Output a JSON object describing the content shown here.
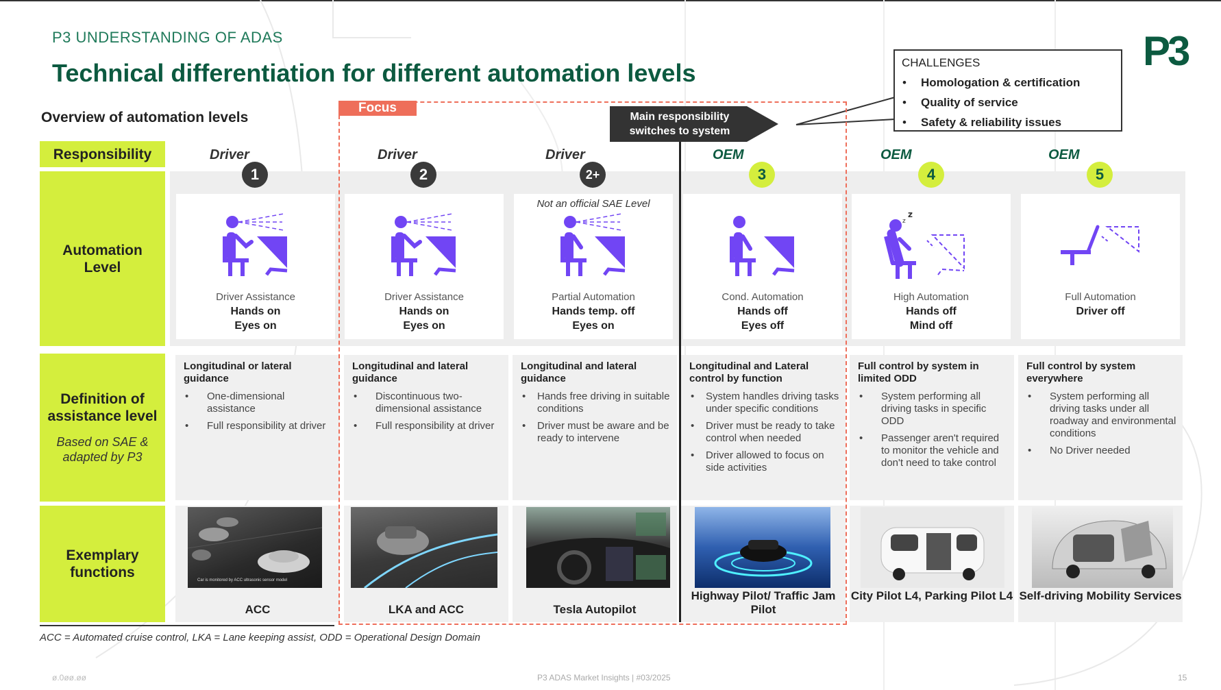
{
  "header": {
    "section_label": "P3 UNDERSTANDING OF ADAS",
    "title": "Technical differentiation for different automation levels",
    "logo_text": "P3"
  },
  "challenges": {
    "title": "CHALLENGES",
    "items": [
      "Homologation & certification",
      "Quality of service",
      "Safety & reliability issues"
    ]
  },
  "overview_label": "Overview of automation levels",
  "focus_label": "Focus",
  "callout": {
    "line1": "Main responsibility",
    "line2": "switches to system"
  },
  "row_labels": {
    "responsibility": "Responsibility",
    "automation_level": "Automation Level",
    "definition": "Definition of assistance level",
    "definition_sub": "Based on SAE & adapted by P3",
    "exemplary": "Exemplary functions"
  },
  "levels": [
    {
      "responsibility": "Driver",
      "badge": "1",
      "note": "",
      "title": "Driver Assistance",
      "line1": "Hands on",
      "line2": "Eyes on",
      "def_title": "Longitudinal or lateral guidance",
      "def_items": [
        "One-dimensional assistance",
        "Full responsibility at driver"
      ],
      "example": "ACC",
      "example_caption": "Car is monitored by ACC ultrasonic sensor model"
    },
    {
      "responsibility": "Driver",
      "badge": "2",
      "note": "",
      "title": "Driver Assistance",
      "line1": "Hands on",
      "line2": "Eyes on",
      "def_title": "Longitudinal and lateral guidance",
      "def_items": [
        "Discontinuous two-dimensional assistance",
        "Full responsibility at driver"
      ],
      "example": "LKA and ACC",
      "example_caption": ""
    },
    {
      "responsibility": "Driver",
      "badge": "2+",
      "note": "Not an official SAE Level",
      "title": "Partial Automation",
      "line1": "Hands temp. off",
      "line2": "Eyes on",
      "def_title": "Longitudinal and lateral guidance",
      "def_items": [
        "Hands free driving in suitable conditions",
        "Driver must be aware and be ready to intervene"
      ],
      "example": "Tesla Autopilot",
      "example_caption": ""
    },
    {
      "responsibility": "OEM",
      "badge": "3",
      "note": "",
      "title": "Cond. Automation",
      "line1": "Hands off",
      "line2": "Eyes off",
      "def_title": "Longitudinal and Lateral control by function",
      "def_items": [
        "System handles driving tasks under specific conditions",
        "Driver must be ready to take control when needed",
        "Driver allowed to focus on side activities"
      ],
      "example": "Highway Pilot/ Traffic Jam Pilot",
      "example_caption": ""
    },
    {
      "responsibility": "OEM",
      "badge": "4",
      "note": "",
      "title": "High Automation",
      "line1": "Hands off",
      "line2": "Mind off",
      "def_title": "Full control by system in limited ODD",
      "def_items": [
        "System performing all driving tasks in specific ODD",
        "Passenger aren't required to monitor the vehicle and don't need to take control"
      ],
      "example": "City Pilot L4, Parking Pilot L4",
      "example_caption": ""
    },
    {
      "responsibility": "OEM",
      "badge": "5",
      "note": "",
      "title": "Full Automation",
      "line1": "Driver off",
      "line2": "",
      "def_title": "Full control by system everywhere",
      "def_items": [
        "System performing all driving tasks under all roadway and environmental conditions",
        "No Driver needed"
      ],
      "example": "Self-driving Mobility Services",
      "example_caption": ""
    }
  ],
  "footnote": "ACC = Automated cruise control, LKA = Lane keeping assist, ODD = Operational Design Domain",
  "footer": {
    "left": "ø.0øø.øø",
    "center": "P3 ADAS Market Insights | #03/2025",
    "page": "15"
  },
  "colors": {
    "brand_green": "#0c5a40",
    "lime": "#d4ee3d",
    "icon_purple": "#7145f4",
    "focus_red": "#ee6e5a"
  }
}
